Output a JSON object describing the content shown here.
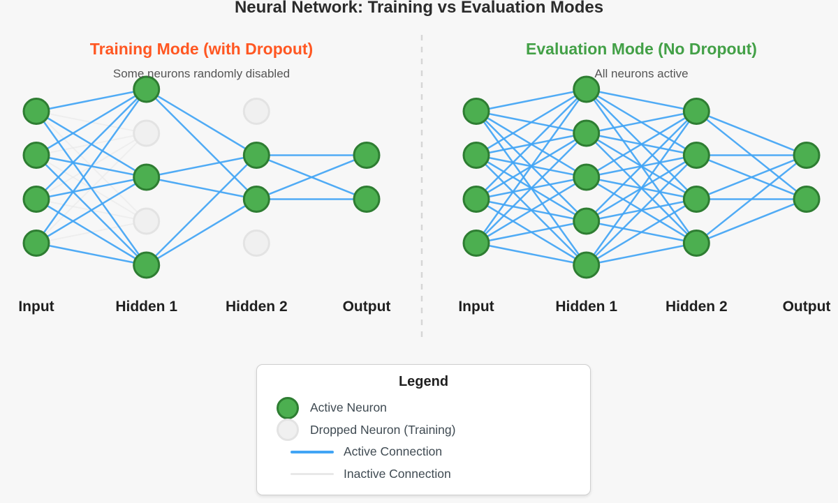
{
  "page": {
    "background": "#f7f7f7",
    "title": "Neural Network: Training vs Evaluation Modes"
  },
  "panels": [
    {
      "title": "Training Mode (with Dropout)",
      "title_color": "#ff5722",
      "subtitle": "Some neurons randomly disabled",
      "layers": [
        {
          "label": "Input",
          "neurons": [
            true,
            true,
            true,
            true
          ]
        },
        {
          "label": "Hidden 1",
          "neurons": [
            true,
            false,
            true,
            false,
            true
          ]
        },
        {
          "label": "Hidden 2",
          "neurons": [
            false,
            true,
            true,
            false
          ]
        },
        {
          "label": "Output",
          "neurons": [
            true,
            true
          ]
        }
      ],
      "show_inactive_edges_between_layers": [
        [
          0,
          1
        ]
      ]
    },
    {
      "title": "Evaluation Mode (No Dropout)",
      "title_color": "#43a047",
      "subtitle": "All neurons active",
      "layers": [
        {
          "label": "Input",
          "neurons": [
            true,
            true,
            true,
            true
          ]
        },
        {
          "label": "Hidden 1",
          "neurons": [
            true,
            true,
            true,
            true,
            true
          ]
        },
        {
          "label": "Hidden 2",
          "neurons": [
            true,
            true,
            true,
            true
          ]
        },
        {
          "label": "Output",
          "neurons": [
            true,
            true
          ]
        }
      ],
      "show_inactive_edges_between_layers": []
    }
  ],
  "legend": {
    "title": "Legend",
    "items": [
      {
        "type": "neuron-active",
        "label": "Active Neuron"
      },
      {
        "type": "neuron-dropped",
        "label": "Dropped Neuron (Training)"
      },
      {
        "type": "line-active",
        "label": "Active Connection"
      },
      {
        "type": "line-inactive",
        "label": "Inactive Connection"
      }
    ]
  },
  "colors": {
    "active_neuron_fill": "#4caf50",
    "active_neuron_border": "#2e7d32",
    "dropped_neuron_fill": "#f0f0f0",
    "dropped_neuron_border": "#e3e3e3",
    "active_connection": "#42a5f5",
    "inactive_connection": "#e8e8e8",
    "divider": "#d6d6d6",
    "layer_label": "#1f1f1f"
  }
}
